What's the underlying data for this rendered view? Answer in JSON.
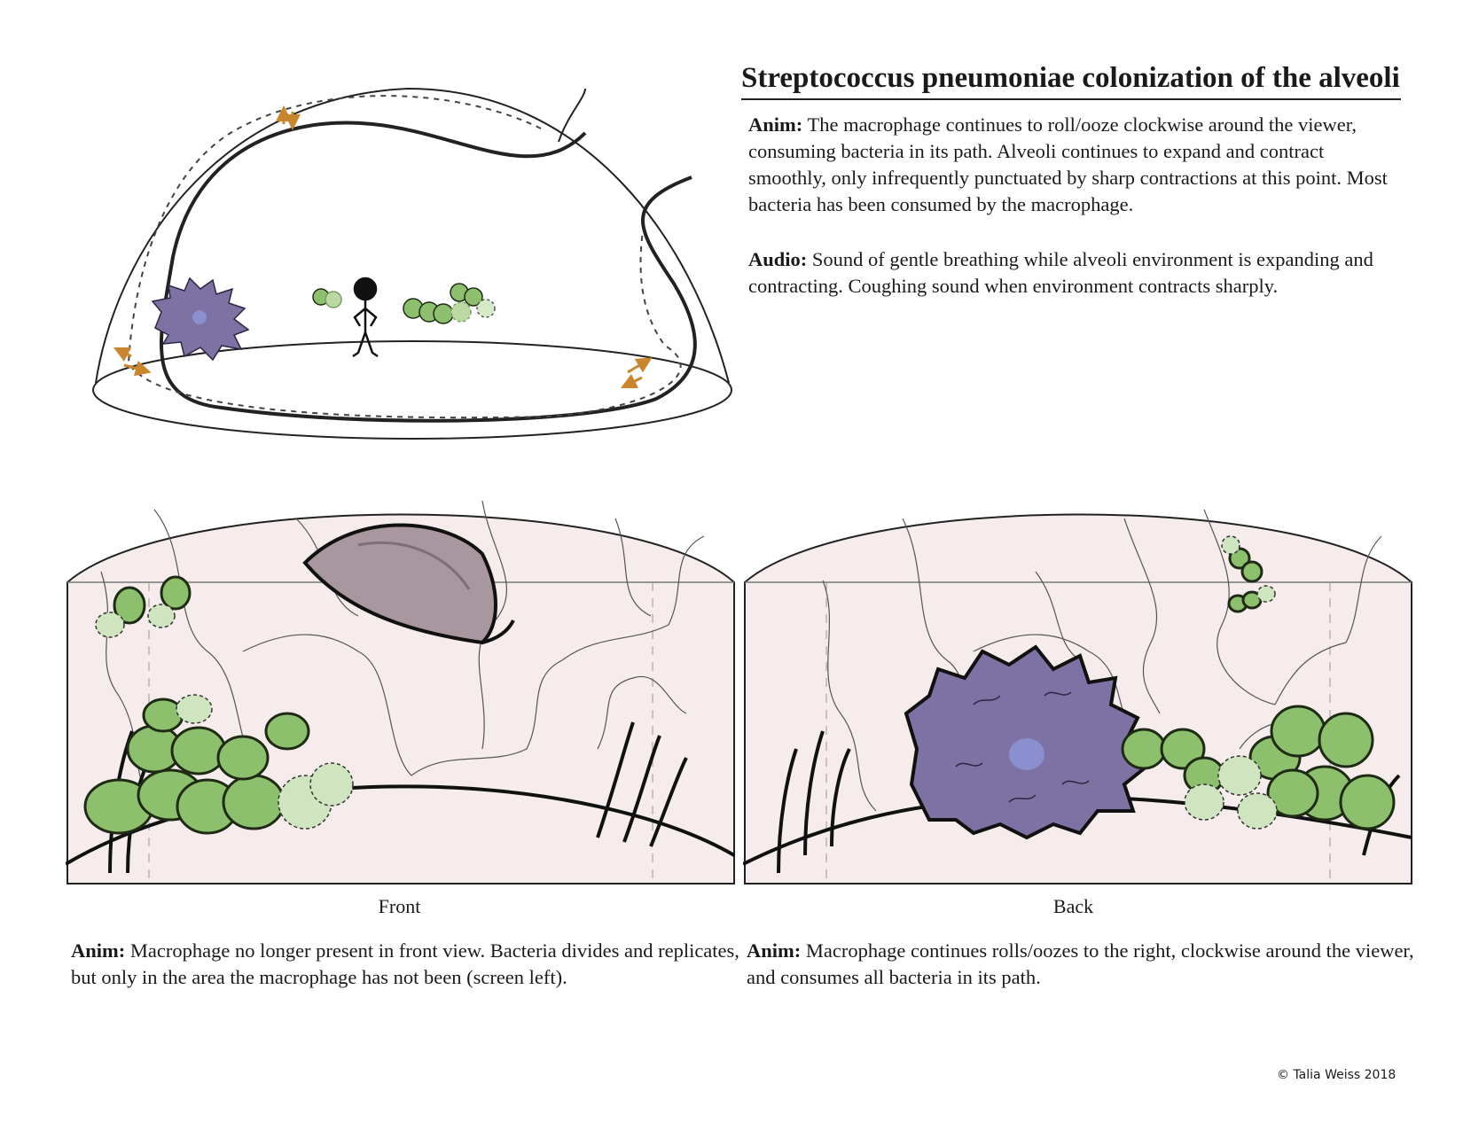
{
  "title": "Streptococcus pneumoniae colonization of the alveoli",
  "top_notes": {
    "anim_label": "Anim:",
    "anim_text": " The macrophage continues to roll/ooze clockwise around the viewer, consuming bacteria in its path. Alveoli continues to expand and contract smoothly, only infrequently punctuated by sharp contractions at this point. Most bacteria has been consumed by the macrophage.",
    "audio_label": "Audio:",
    "audio_text": " Sound of gentle breathing while alveoli environment is expanding and contracting. Coughing sound when environment contracts sharply."
  },
  "panels": {
    "front": {
      "caption": "Front",
      "anim_label": "Anim:",
      "anim_text": " Macrophage no longer present in front view. Bacteria divides and replicates, but only in the area the macrophage has not been (screen left)."
    },
    "back": {
      "caption": "Back",
      "anim_label": "Anim:",
      "anim_text": " Macrophage continues rolls/oozes to the right, clockwise around the viewer, and consumes all bacteria in its path."
    }
  },
  "copyright": "©  Talia Weiss 2018",
  "colors": {
    "bacteria": "#8dc06d",
    "bacteria_outline": "#1f2a14",
    "macrophage": "#7d72a3",
    "nucleus": "#8a8fd0",
    "alveoli_bg": "#f6ecec",
    "arrow": "#c9862c"
  }
}
